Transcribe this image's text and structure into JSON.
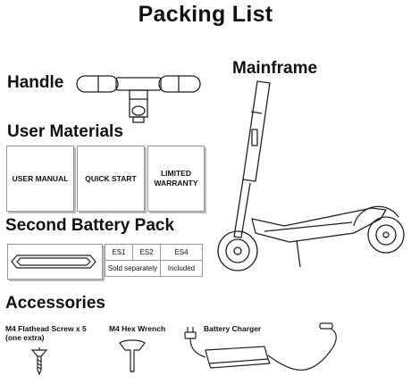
{
  "title": "Packing List",
  "sections": {
    "handle": "Handle",
    "mainframe": "Mainframe",
    "user_materials": "User Materials",
    "second_battery": "Second Battery Pack",
    "accessories": "Accessories"
  },
  "user_materials": {
    "manual": "USER MANUAL",
    "quick_start": "QUICK START",
    "warranty_line1": "LIMITED",
    "warranty_line2": "WARRANTY"
  },
  "battery_table": {
    "headers": [
      "ES1",
      "ES2",
      "ES4"
    ],
    "sold_separately": "Sold separately",
    "included": "Included"
  },
  "accessories": {
    "screw_line1": "M4 Flathead Screw x 5",
    "screw_line2": "(one extra)",
    "hex_wrench": "M4 Hex Wrench",
    "charger": "Battery Charger"
  }
}
